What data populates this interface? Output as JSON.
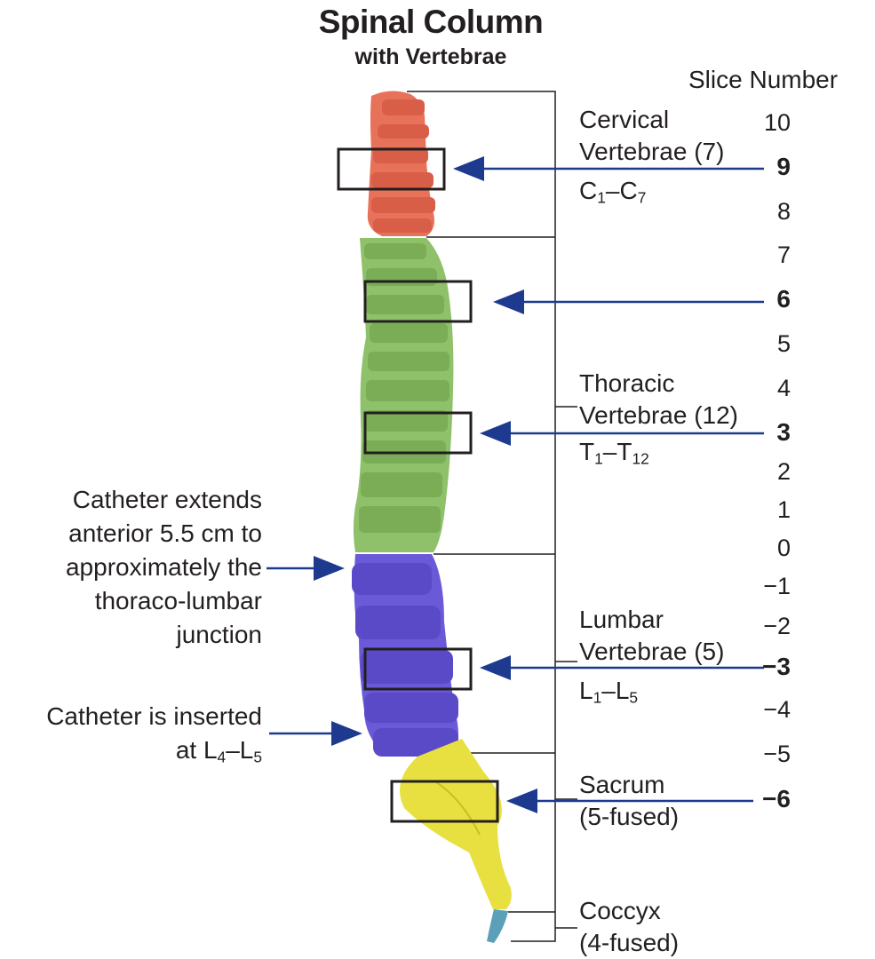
{
  "title": {
    "main": "Spinal Column",
    "sub": "with Vertebrae"
  },
  "slice_axis": {
    "title": "Slice Number",
    "ticks": [
      "10",
      "9",
      "8",
      "7",
      "6",
      "5",
      "4",
      "3",
      "2",
      "1",
      "0",
      "−1",
      "−2",
      "−3",
      "−4",
      "−5",
      "−6"
    ],
    "bold_ticks": [
      "9",
      "6",
      "3",
      "−3",
      "−6"
    ]
  },
  "regions": {
    "cervical": {
      "l1": "Cervical",
      "l2": "Vertebrae (7)",
      "a": "C",
      "sa": "1",
      "dash": "–",
      "b": "C",
      "sb": "7"
    },
    "thoracic": {
      "l1": "Thoracic",
      "l2": "Vertebrae (12)",
      "a": "T",
      "sa": "1",
      "dash": "–",
      "b": "T",
      "sb": "12"
    },
    "lumbar": {
      "l1": "Lumbar",
      "l2": "Vertebrae (5)",
      "a": "L",
      "sa": "1",
      "dash": "–",
      "b": "L",
      "sb": "5"
    },
    "sacrum": {
      "l1": "Sacrum",
      "l2": "(5-fused)"
    },
    "coccyx": {
      "l1": "Coccyx",
      "l2": "(4-fused)"
    }
  },
  "annotations": {
    "extends": [
      "Catheter extends",
      "anterior 5.5 cm to",
      "approximately the",
      "thoraco-lumbar",
      "junction"
    ],
    "inserted": {
      "l1": "Catheter is inserted",
      "pre": "at ",
      "a": "L",
      "sa": "4",
      "dash": "–",
      "b": "L",
      "sb": "5"
    }
  },
  "colors": {
    "cervical": "#e8715a",
    "thoracic": "#8fc06a",
    "lumbar": "#6a5ad8",
    "sacrum": "#e8e040",
    "coccyx": "#5aa0b8",
    "arrow": "#1e3a8f",
    "line": "#231f20"
  }
}
